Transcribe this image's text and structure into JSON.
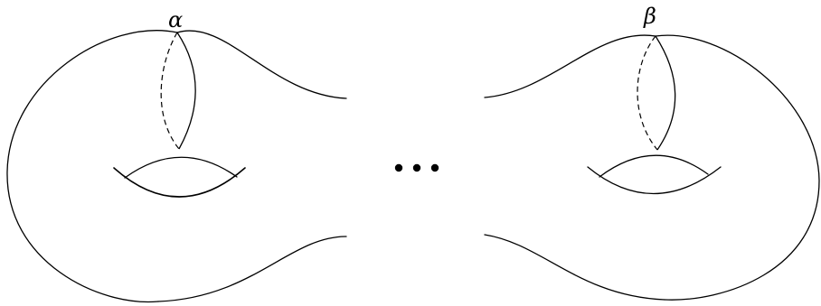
{
  "labels": {
    "left_curve": "α",
    "right_curve": "β"
  },
  "ellipsis_dot_count": 3,
  "stroke_color": "#000000"
}
